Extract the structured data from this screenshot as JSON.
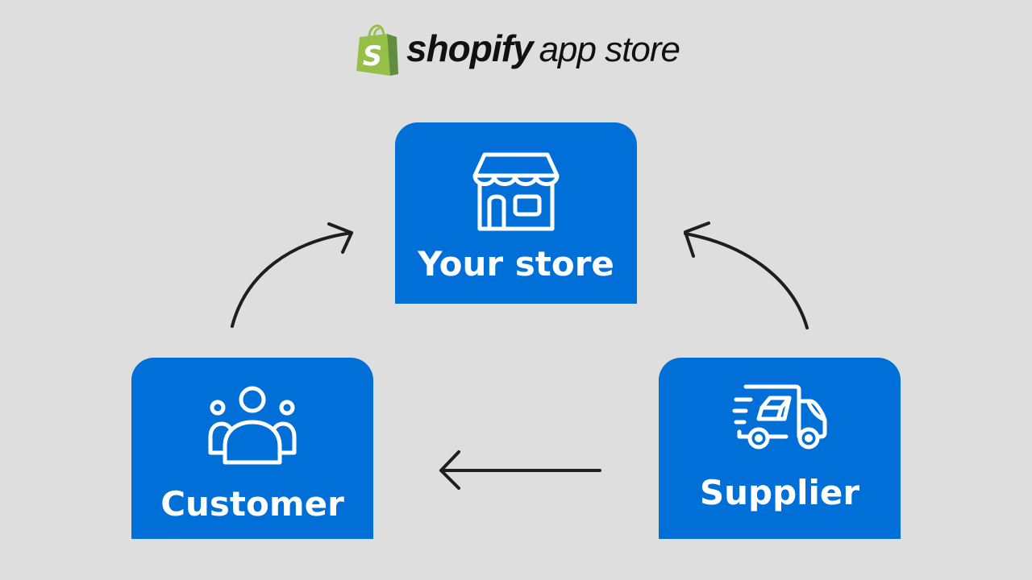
{
  "header": {
    "logo": {
      "brand": "shopify",
      "suffix": "app store",
      "icon": "shopify-bag-icon",
      "bag_color": "#95bf47",
      "bag_shade": "#5e8e3e"
    }
  },
  "diagram": {
    "card_color": "#006fd7",
    "background": "#dedede",
    "arrow_color": "#1e1e1e",
    "nodes": [
      {
        "id": "store",
        "label": "Your store",
        "icon": "storefront-icon"
      },
      {
        "id": "customer",
        "label": "Customer",
        "icon": "people-group-icon"
      },
      {
        "id": "supplier",
        "label": "Supplier",
        "icon": "delivery-truck-icon"
      }
    ],
    "edges": [
      {
        "from": "customer",
        "to": "store",
        "style": "curved-arrow"
      },
      {
        "from": "supplier",
        "to": "store",
        "style": "curved-arrow"
      },
      {
        "from": "supplier",
        "to": "customer",
        "style": "straight-arrow"
      }
    ]
  }
}
